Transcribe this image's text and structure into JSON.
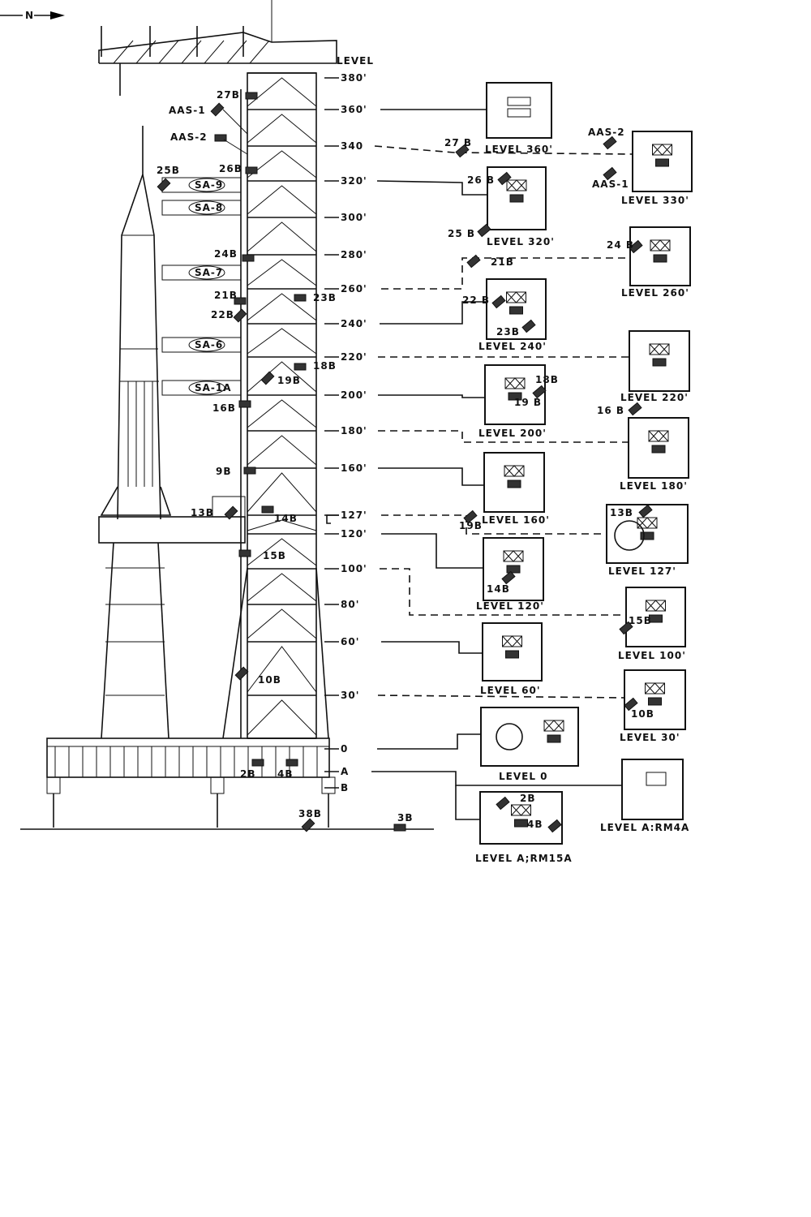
{
  "compass": {
    "label": "N"
  },
  "level_header": "LEVEL",
  "levels": [
    "380'",
    "360'",
    "340",
    "320'",
    "300'",
    "280'",
    "260'",
    "240'",
    "220'",
    "200'",
    "180'",
    "160'",
    "127'",
    "120'",
    "100'",
    "80'",
    "60'",
    "30'",
    "0",
    "A",
    "B"
  ],
  "swing_arms": [
    "SA-9",
    "SA-8",
    "SA-7",
    "SA-6",
    "SA-1A"
  ],
  "tower_stations": [
    "27B",
    "AAS-1",
    "AAS-2",
    "26B",
    "25B",
    "24B",
    "21B",
    "22B",
    "23B",
    "18B",
    "19B",
    "16B",
    "9B",
    "13B",
    "14B",
    "15B",
    "10B",
    "2B",
    "4B",
    "38B",
    "3B"
  ],
  "plans": [
    {
      "label": "LEVEL 360'"
    },
    {
      "label": "LEVEL 330'"
    },
    {
      "label": "LEVEL 320'"
    },
    {
      "label": "LEVEL 260'"
    },
    {
      "label": "LEVEL 240'"
    },
    {
      "label": "LEVEL 220'"
    },
    {
      "label": "LEVEL 200'"
    },
    {
      "label": "LEVEL 180'"
    },
    {
      "label": "LEVEL 160'"
    },
    {
      "label": "LEVEL 127'"
    },
    {
      "label": "LEVEL 120'"
    },
    {
      "label": "LEVEL 100'"
    },
    {
      "label": "LEVEL 60'"
    },
    {
      "label": "LEVEL 30'"
    },
    {
      "label": "LEVEL 0"
    },
    {
      "label": "LEVEL A:RM4A"
    },
    {
      "label": "LEVEL A;RM15A"
    }
  ],
  "plan_stations": [
    "27 B",
    "26 B",
    "25 B",
    "AAS-2",
    "AAS-1",
    "24 B",
    "21B",
    "22 B",
    "23B",
    "18B",
    "19 B",
    "16 B",
    "19B",
    "13B",
    "14B",
    "15B",
    "10B",
    "2B",
    "4B"
  ]
}
